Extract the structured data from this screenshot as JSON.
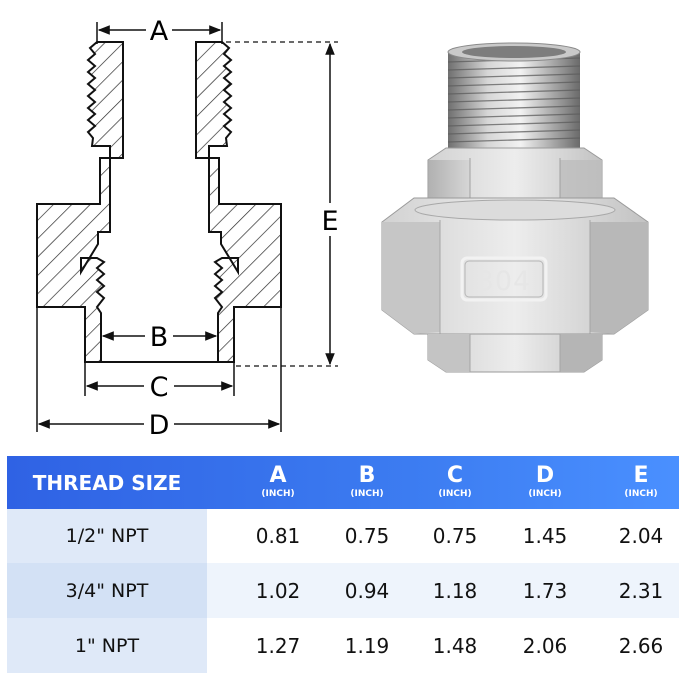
{
  "diagram": {
    "labels": {
      "a": "A",
      "b": "B",
      "c": "C",
      "d": "D",
      "e": "E"
    },
    "stamp": "304"
  },
  "table": {
    "header": {
      "title": "THREAD SIZE",
      "columns": [
        {
          "letter": "A",
          "unit": "(INCH)"
        },
        {
          "letter": "B",
          "unit": "(INCH)"
        },
        {
          "letter": "C",
          "unit": "(INCH)"
        },
        {
          "letter": "D",
          "unit": "(INCH)"
        },
        {
          "letter": "E",
          "unit": "(INCH)"
        }
      ]
    },
    "rows": [
      {
        "size": "1/2\" NPT",
        "values": [
          "0.81",
          "0.75",
          "0.75",
          "1.45",
          "2.04"
        ]
      },
      {
        "size": "3/4\" NPT",
        "values": [
          "1.02",
          "0.94",
          "1.18",
          "1.73",
          "2.31"
        ]
      },
      {
        "size": "1\" NPT",
        "values": [
          "1.27",
          "1.19",
          "1.48",
          "2.06",
          "2.66"
        ]
      }
    ],
    "colors": {
      "header_start": "#2f62e4",
      "header_end": "#4a90ff",
      "row_left_light": "#e6eef9",
      "row_left_dark": "#d5e2f5",
      "row_right": "#ffffff"
    }
  }
}
